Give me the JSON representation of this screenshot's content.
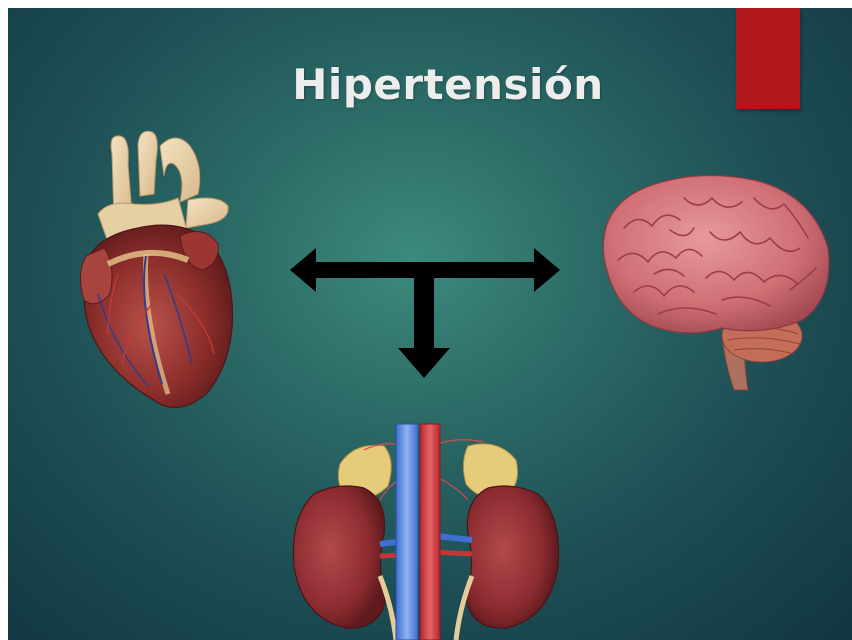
{
  "slide": {
    "title": "Hipertensión",
    "accent_color": "#b0171a",
    "background_colors": [
      "#3d8a7d",
      "#163f48"
    ]
  },
  "illustrations": {
    "heart": "heart-illustration",
    "brain": "brain-illustration",
    "kidneys": "kidneys-illustration",
    "arrows": "arrows-diagram"
  }
}
